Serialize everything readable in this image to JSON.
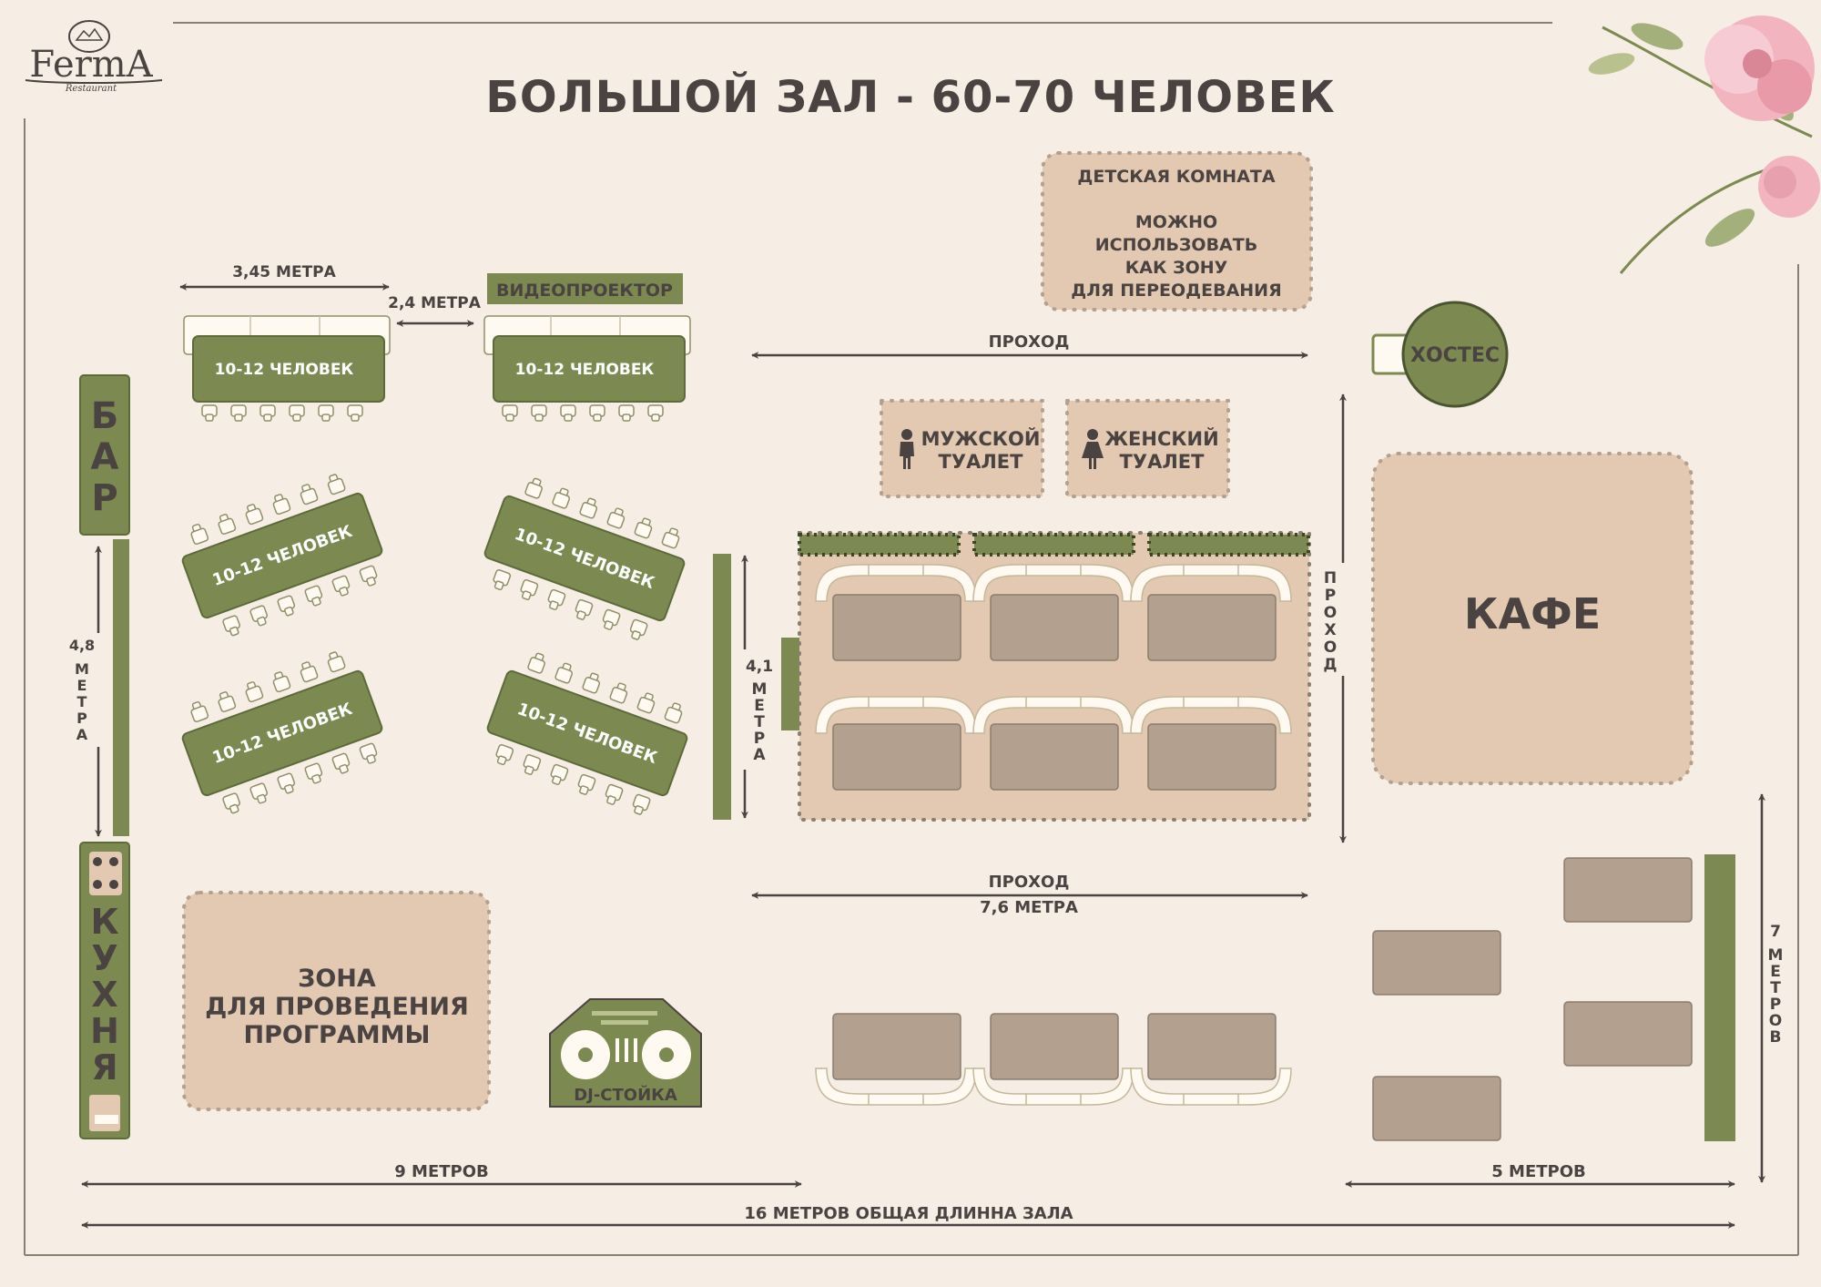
{
  "logo": {
    "brand": "FermA",
    "subtitle": "Restaurant"
  },
  "title": "БОЛЬШОЙ ЗАЛ - 60-70 ЧЕЛОВЕК",
  "tables": {
    "label": "10-12 ЧЕЛОВЕК",
    "count": 6
  },
  "rooms": {
    "bar": [
      "Б",
      "А",
      "Р"
    ],
    "kitchen": [
      "К",
      "У",
      "Х",
      "Н",
      "Я"
    ],
    "kids_room": [
      "ДЕТСКАЯ КОМНАТА",
      "",
      "МОЖНО",
      "ИСПОЛЬЗОВАТЬ",
      "КАК ЗОНУ",
      "ДЛЯ ПЕРЕОДЕВАНИЯ"
    ],
    "mens_wc": [
      "МУЖСКОЙ",
      "ТУАЛЕТ"
    ],
    "womens_wc": [
      "ЖЕНСКИЙ",
      "ТУАЛЕТ"
    ],
    "cafe": "КАФЕ",
    "hostess": "ХОСТЕС",
    "program_zone": [
      "ЗОНА",
      "ДЛЯ ПРОВЕДЕНИЯ",
      "ПРОГРАММЫ"
    ],
    "dj": "DJ-СТОЙКА",
    "projector": "ВИДЕОПРОЕКТОР"
  },
  "dimensions": {
    "table_width": "3,45 МЕТРА",
    "table_gap": "2,4 МЕТРА",
    "bar_span": [
      "4,8",
      "М",
      "Е",
      "Т",
      "Р",
      "А"
    ],
    "screen_span": [
      "4,1",
      "М",
      "Е",
      "Т",
      "Р",
      "А"
    ],
    "right_span": [
      "7",
      "М",
      "Е",
      "Т",
      "Р",
      "О",
      "В"
    ],
    "aisle_top": "ПРОХОД",
    "aisle_mid": "ПРОХОД",
    "aisle_width": "7,6 МЕТРА",
    "aisle_vertical": [
      "П",
      "Р",
      "О",
      "Х",
      "О",
      "Д"
    ],
    "left_length": "9  МЕТРОВ",
    "right_length": "5  МЕТРОВ",
    "total_length": "16 МЕТРОВ  ОБЩАЯ ДЛИННА ЗАЛА"
  },
  "colors": {
    "background": "#f6ede4",
    "olive": "#7c8a52",
    "beige": "#e3c9b1",
    "taupe": "#b3a08f",
    "text": "#4a4341",
    "cream": "#fffaf1"
  }
}
